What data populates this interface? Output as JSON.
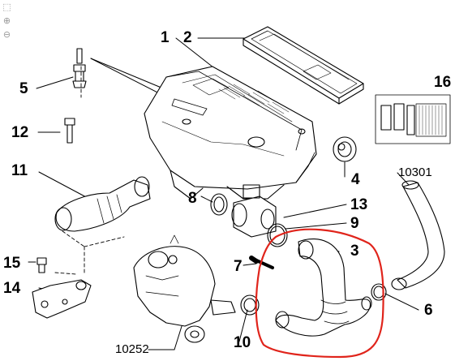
{
  "viewer": {
    "tools": [
      {
        "icon": "fit-page-icon"
      },
      {
        "icon": "zoom-in-icon"
      },
      {
        "icon": "zoom-out-icon"
      }
    ]
  },
  "part_labels": {
    "p1": "1",
    "p2": "2",
    "p3": "3",
    "p4": "4",
    "p5": "5",
    "p6": "6",
    "p7": "7",
    "p8": "8",
    "p9": "9",
    "p10": "10",
    "p11": "11",
    "p12": "12",
    "p13": "13",
    "p14": "14",
    "p15": "15",
    "p16": "16",
    "r10301": "10301",
    "r10252": "10252"
  },
  "colors": {
    "line": "#000000",
    "highlight": "#e0241b"
  }
}
